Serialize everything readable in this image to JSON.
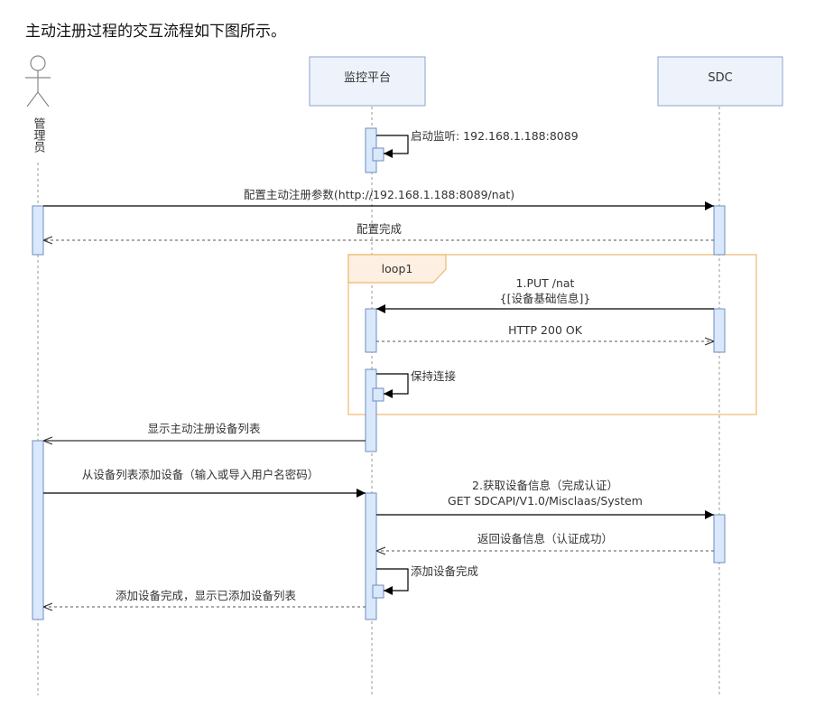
{
  "intro": "主动注册过程的交互流程如下图所示。",
  "participants": {
    "admin": "管理员",
    "platform": "监控平台",
    "sdc": "SDC"
  },
  "loop_label": "loop1",
  "messages": {
    "self_listen": "启动监听: 192.168.1.188:8089",
    "config_params": "配置主动注册参数(http://192.168.1.188:8089/nat)",
    "config_done": "配置完成",
    "put_nat_1": "1.PUT /nat",
    "put_nat_2": "{[设备基础信息]}",
    "http_ok": "HTTP 200 OK",
    "keep_conn": "保持连接",
    "show_list": "显示主动注册设备列表",
    "add_from_list": "从设备列表添加设备（输入或导入用户名密码）",
    "get_info_1": "2.获取设备信息（完成认证）",
    "get_info_2": "GET SDCAPI/V1.0/Misclaas/System",
    "return_info": "返回设备信息（认证成功）",
    "add_done_self": "添加设备完成",
    "add_done_show": "添加设备完成，显示已添加设备列表"
  },
  "colors": {
    "head_fill": "#eef3fb",
    "activation_fill": "#dae8fc",
    "activation_stroke": "#6c8ebf",
    "loop_stroke": "#f0b770",
    "loop_tab_fill": "#fdf0e2"
  }
}
